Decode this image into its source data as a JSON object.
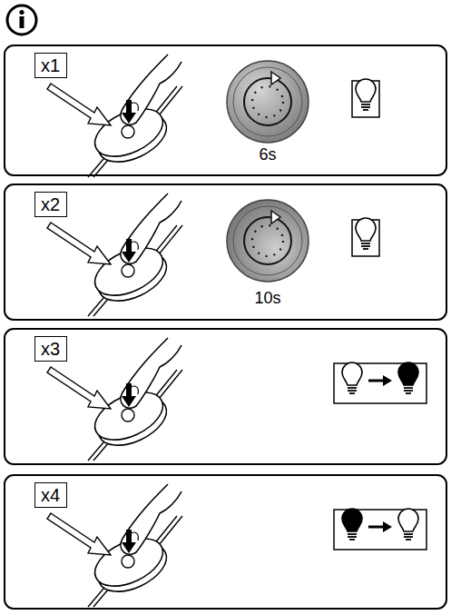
{
  "diagram": {
    "nodes": [
      {
        "text": [
          "x1"
        ]
      },
      {
        "text": [
          "x2"
        ]
      },
      {
        "text": [
          "x3"
        ]
      },
      {
        "text": [
          "x4"
        ]
      }
    ],
    "labels": [
      "6s",
      "10s"
    ]
  }
}
